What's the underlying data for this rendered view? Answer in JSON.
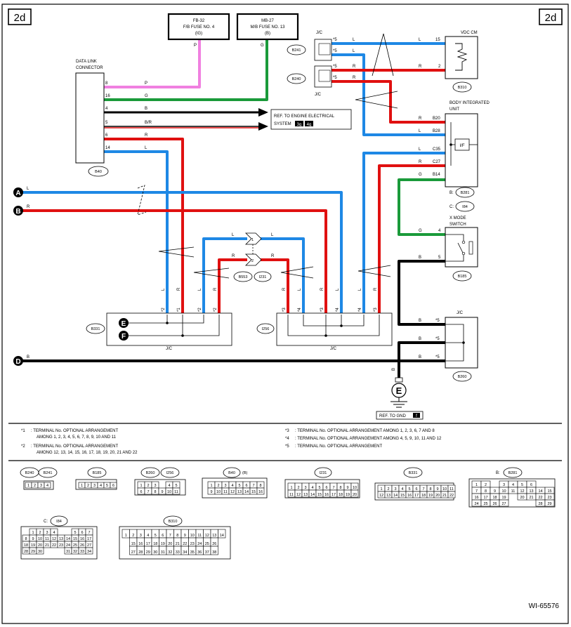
{
  "page_tag": "2d",
  "figure_id": "WI-65576",
  "colors": {
    "blue": "#1e88e5",
    "red": "#e01010",
    "green": "#1a9a3a",
    "pink": "#f080e0",
    "black": "#000000"
  },
  "fuses": [
    {
      "l1": "FB-32",
      "l2": "F/B FUSE NO. 4",
      "l3": "(IG)",
      "pin": "P"
    },
    {
      "l1": "MB-27",
      "l2": "M/B FUSE NO. 13",
      "l3": "(B)",
      "pin": "G"
    }
  ],
  "dlc": {
    "title1": "DATA LINK",
    "title2": "CONNECTOR",
    "connector": "B40",
    "pins": [
      {
        "num": "8",
        "wire": "P"
      },
      {
        "num": "16",
        "wire": "G"
      },
      {
        "num": "4",
        "wire": "B"
      },
      {
        "num": "5",
        "wire": "B/R"
      },
      {
        "num": "6",
        "wire": "R"
      },
      {
        "num": "14",
        "wire": "L"
      }
    ]
  },
  "ref_engine": {
    "l1": "REF. TO ENGINE ELECTRICAL",
    "l2": "SYSTEM",
    "b1": "3g",
    "b2": "4g"
  },
  "ref_gnd": {
    "text": "REF. TO GND",
    "badge": "f"
  },
  "vdc": {
    "title": "VDC CM",
    "connector": "B310",
    "pins": [
      {
        "num": "15",
        "wire": "L"
      },
      {
        "num": "2",
        "wire": "R"
      }
    ]
  },
  "bic": {
    "title1": "BODY INTEGRATED",
    "title2": "UNIT",
    "if_label": "I/F",
    "pins": [
      {
        "num": "B20",
        "wire": "R"
      },
      {
        "num": "B28",
        "wire": "L"
      },
      {
        "num": "C35",
        "wire": "L"
      },
      {
        "num": "C27",
        "wire": "R"
      },
      {
        "num": "B14",
        "wire": "G"
      }
    ],
    "conn_b_prefix": "B:",
    "conn_b": "B281",
    "conn_c_prefix": "C:",
    "conn_c": "I84"
  },
  "xmode": {
    "title1": "X MODE",
    "title2": "SWITCH",
    "connector": "B185",
    "pins": [
      {
        "num": "4",
        "wire": "G"
      },
      {
        "num": "5",
        "wire": "B"
      }
    ]
  },
  "jc_top": {
    "label": "J/C",
    "c1": "B241",
    "c2": "B240",
    "rows": [
      {
        "mark": "*5",
        "wire": "L"
      },
      {
        "mark": "*5",
        "wire": "L"
      },
      {
        "mark": "*5",
        "wire": "R"
      },
      {
        "mark": "*5",
        "wire": "R"
      }
    ]
  },
  "jc_right": {
    "label": "J/C",
    "connector": "B260",
    "rows": [
      {
        "mark": "*5",
        "wire": "B"
      },
      {
        "mark": "*5",
        "wire": "B"
      },
      {
        "mark": "*5",
        "wire": "B"
      }
    ]
  },
  "jc_left": {
    "label": "J/C",
    "connector": "B331",
    "cols": [
      {
        "mark": "*2",
        "wire": "L"
      },
      {
        "mark": "*1",
        "wire": "R"
      },
      {
        "mark": "*2",
        "wire": "L"
      },
      {
        "mark": "*2",
        "wire": "R"
      }
    ]
  },
  "jc_mid": {
    "label": "J/C",
    "connector": "I256",
    "cols": [
      {
        "mark": "*3",
        "wire": "R"
      },
      {
        "mark": "*4",
        "wire": "L"
      },
      {
        "mark": "*3",
        "wire": "R"
      },
      {
        "mark": "*4",
        "wire": "L"
      },
      {
        "mark": "*4",
        "wire": "L"
      },
      {
        "mark": "*3",
        "wire": "R"
      }
    ]
  },
  "coupler": {
    "c1": "B553",
    "c2": "I231",
    "wires": [
      "L",
      "L",
      "R",
      "R"
    ],
    "n1": "1",
    "n2": "2"
  },
  "terminals": [
    {
      "id": "A",
      "wire": "L"
    },
    {
      "id": "B",
      "wire": "R"
    },
    {
      "id": "D",
      "wire": "B"
    },
    {
      "id": "E",
      "wire": ""
    },
    {
      "id": "F",
      "wire": ""
    },
    {
      "id": "E",
      "wire": "B"
    }
  ],
  "notes": [
    {
      "mark": "*1",
      "line1": ": TERMINAL No. OPTIONAL ARRANGEMENT",
      "line2": "AMONG 1, 2, 3, 4, 5, 6, 7, 8, 9, 10 AND 11"
    },
    {
      "mark": "*2",
      "line1": ": TERMINAL No. OPTIONAL ARRANGEMENT",
      "line2": "AMONG 12, 13, 14, 15, 16, 17, 18, 19, 20, 21 AND 22"
    },
    {
      "mark": "*3",
      "line1": ": TERMINAL No. OPTIONAL ARRANGEMENT AMONG 1, 2, 3, 6, 7 AND 8",
      "line2": ""
    },
    {
      "mark": "*4",
      "line1": ": TERMINAL No. OPTIONAL ARRANGEMENT AMONG 4, 5, 9, 10, 11 AND 12",
      "line2": ""
    },
    {
      "mark": "*5",
      "line1": ": TERMINAL No. OPTIONAL ARRANGEMENT",
      "line2": ""
    }
  ],
  "connectors": [
    {
      "name": "B240",
      "name2": "B241",
      "prefix": ""
    },
    {
      "name": "B185",
      "prefix": ""
    },
    {
      "name": "B260",
      "name2": "I256",
      "prefix": ""
    },
    {
      "name": "B40",
      "suffix": "(B)",
      "prefix": ""
    },
    {
      "name": "I231",
      "prefix": ""
    },
    {
      "name": "B331",
      "prefix": ""
    },
    {
      "name": "B281",
      "prefix": "B:"
    },
    {
      "name": "I84",
      "prefix": "C:"
    },
    {
      "name": "B310",
      "prefix": ""
    }
  ]
}
